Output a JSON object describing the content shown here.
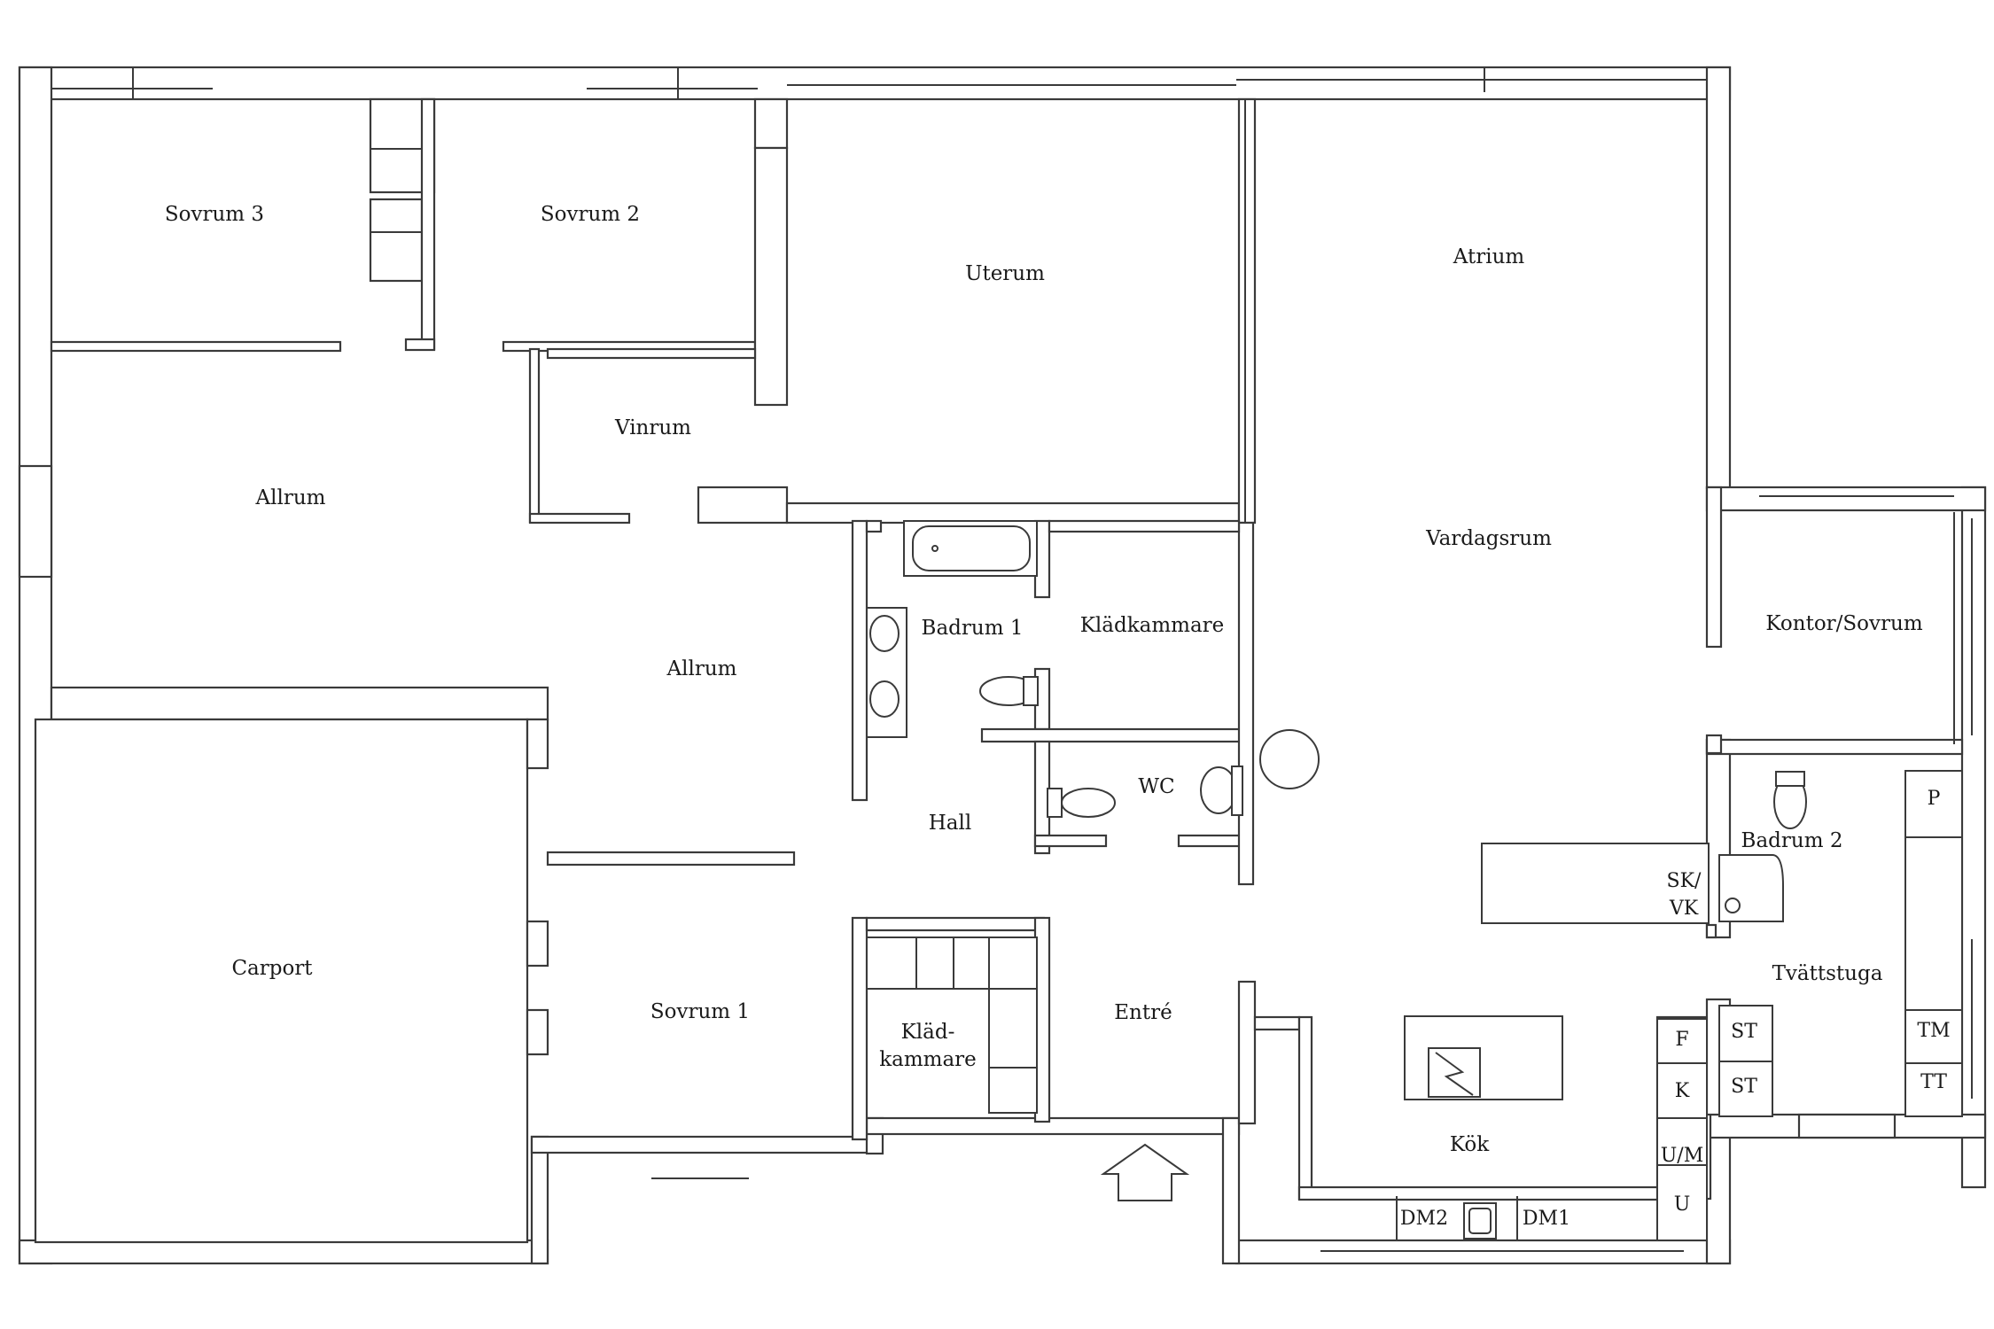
{
  "rooms": {
    "sovrum3": "Sovrum 3",
    "sovrum2": "Sovrum 2",
    "uterum": "Uterum",
    "atrium": "Atrium",
    "vinrum": "Vinrum",
    "allrum1": "Allrum",
    "allrum2": "Allrum",
    "vardagsrum": "Vardagsrum",
    "badrum1": "Badrum 1",
    "kladkammare1": "Klädkammare",
    "kontor": "Kontor/Sovrum",
    "wc": "WC",
    "hall": "Hall",
    "badrum2": "Badrum 2",
    "carport": "Carport",
    "sovrum1": "Sovrum 1",
    "kladkammare2_a": "Kläd-",
    "kladkammare2_b": "kammare",
    "entre": "Entré",
    "tvattstuga": "Tvättstuga",
    "kok": "Kök"
  },
  "appliances": {
    "sk": "SK/",
    "vk": "VK",
    "p": "P",
    "tm": "TM",
    "tt": "TT",
    "st1": "ST",
    "st2": "ST",
    "f": "F",
    "k": "K",
    "um": "U/M",
    "u": "U",
    "dm2": "DM2",
    "dm1": "DM1"
  }
}
